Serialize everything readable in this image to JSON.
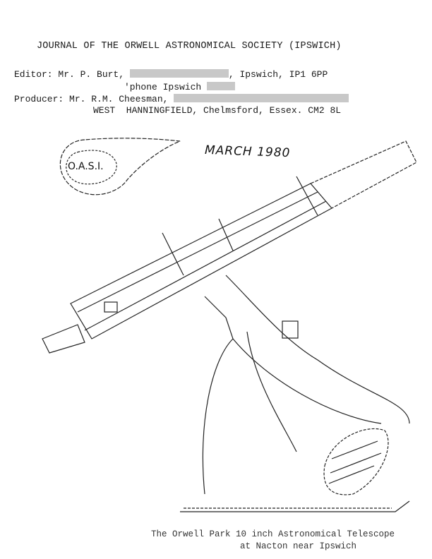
{
  "header": {
    "title": "JOURNAL OF THE ORWELL ASTRONOMICAL SOCIETY (IPSWICH)",
    "editor_label": "Editor: Mr. P. Burt,",
    "editor_suffix": ", Ipswich, IP1 6PP",
    "phone_label": "'phone Ipswich",
    "producer_label": "Producer: Mr. R.M. Cheesman,",
    "producer_address": "WEST  HANNINGFIELD, Chelmsford, Essex. CM2 8L"
  },
  "cover": {
    "date": "MARCH 1980",
    "logo_text": "O.A.S.I."
  },
  "caption": {
    "line1": "The Orwell Park 10 inch Astronomical Telescope",
    "line2": "at Nacton near Ipswich"
  },
  "colors": {
    "ink": "#1a1a1a",
    "redaction": "#c8c8c8"
  }
}
